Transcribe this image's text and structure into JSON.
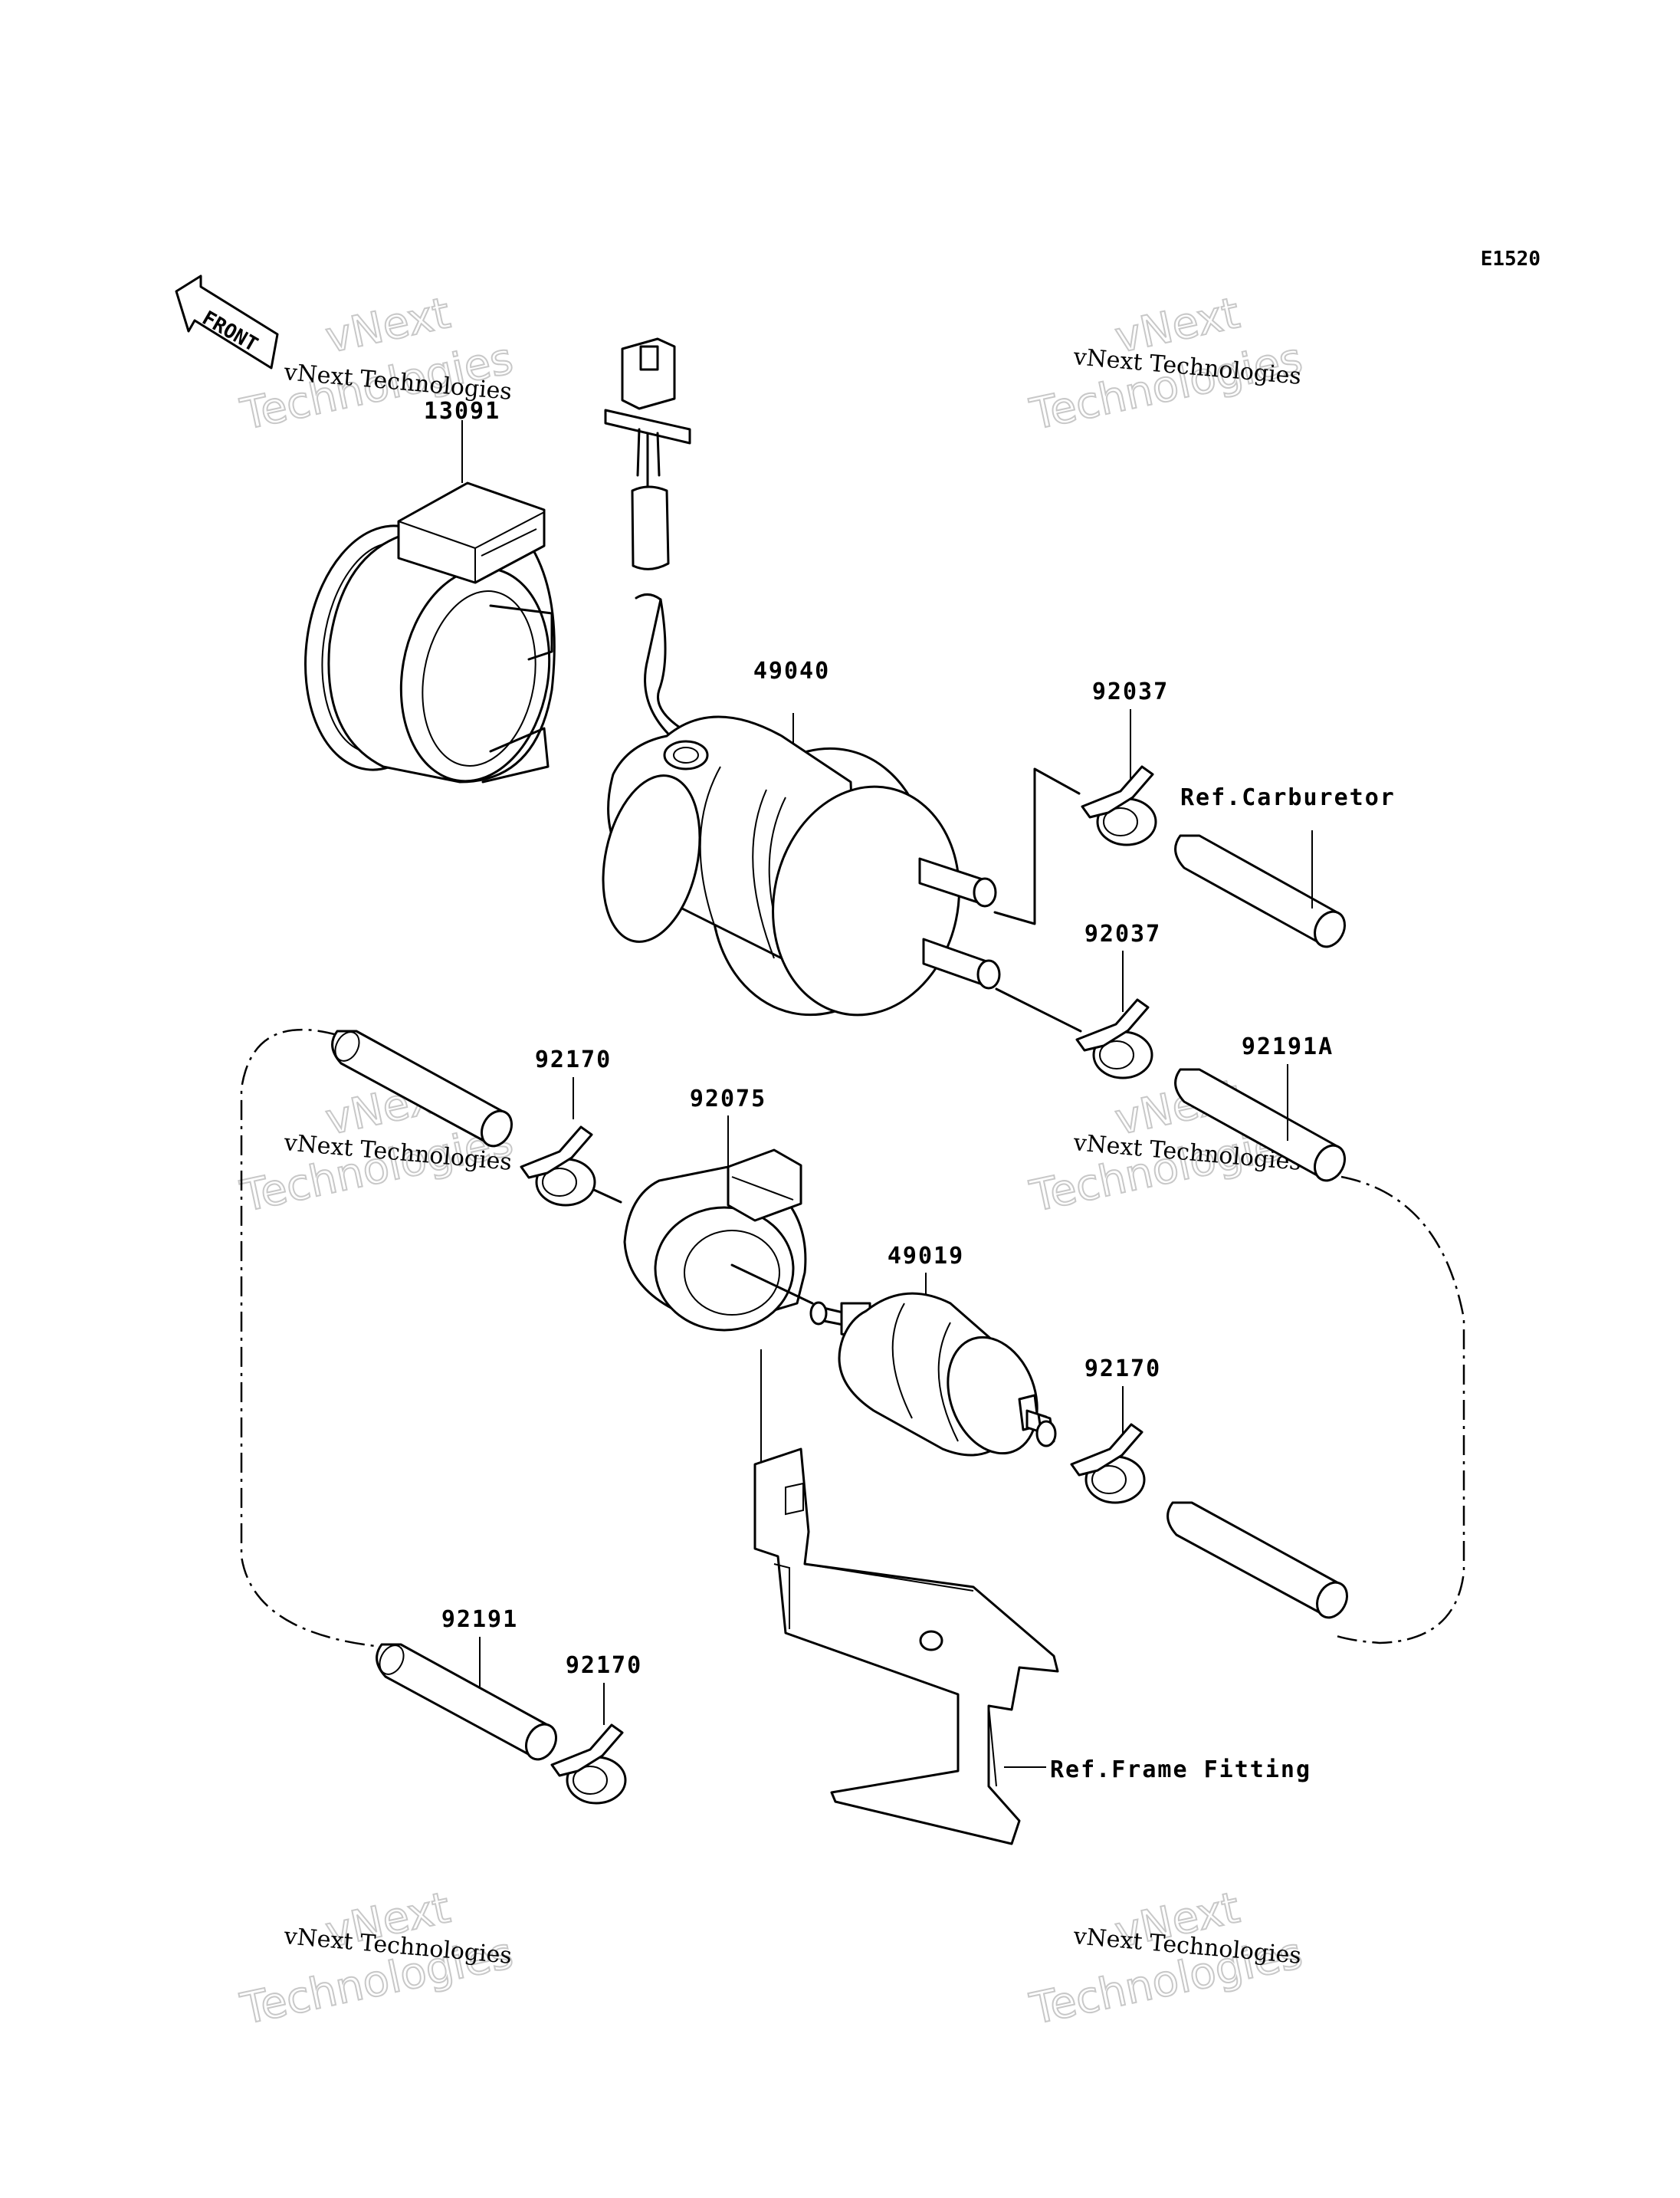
{
  "diagram_code": "E1520",
  "front_arrow": {
    "label": "FRONT",
    "icon": "front-arrow-icon"
  },
  "watermark": {
    "line1": "vNext Technologies",
    "line2": "vNext",
    "line3": "Technologies"
  },
  "parts": [
    {
      "number": "13091"
    },
    {
      "number": "49040"
    },
    {
      "number": "92037"
    },
    {
      "number": "92037"
    },
    {
      "number": "92170"
    },
    {
      "number": "92075"
    },
    {
      "number": "49019"
    },
    {
      "number": "92191A"
    },
    {
      "number": "92170"
    },
    {
      "number": "92191"
    },
    {
      "number": "92170"
    }
  ],
  "references": [
    {
      "label": "Ref.Carburetor"
    },
    {
      "label": "Ref.Frame Fitting"
    }
  ]
}
